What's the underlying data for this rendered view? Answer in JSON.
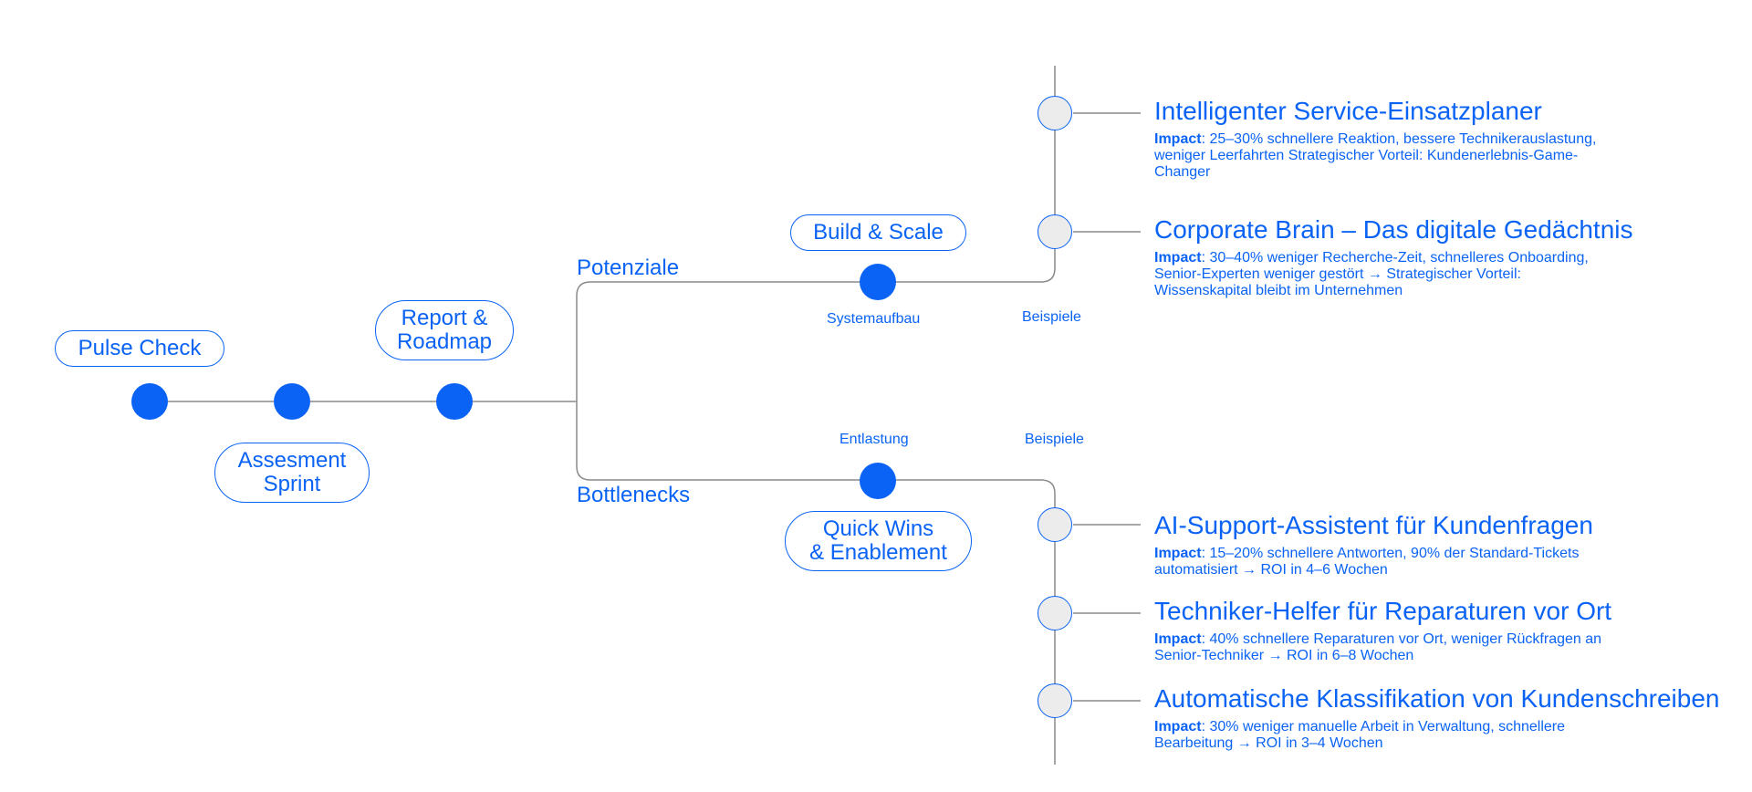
{
  "stages": {
    "pulse_check": "Pulse Check",
    "assessment_sprint": "Assesment\nSprint",
    "report_roadmap": "Report &\nRoadmap"
  },
  "branches": {
    "potenziale": {
      "label": "Potenziale",
      "stage": "Build & Scale",
      "sublabel": "Systemaufbau",
      "examples_label": "Beispiele",
      "examples": [
        {
          "title": "Intelligenter Service-Einsatzplaner",
          "impact_label": "Impact",
          "impact_text": ": 25–30% schnellere Reaktion, bessere Technikerauslastung, weniger Leerfahrten Strategischer Vorteil: Kundenerlebnis-Game-Changer"
        },
        {
          "title": "Corporate Brain – Das digitale Gedächtnis",
          "impact_label": "Impact",
          "impact_text": ": 30–40% weniger Recherche-Zeit, schnelleres Onboarding, Senior-Experten weniger gestört → Strategischer Vorteil: Wissenskapital bleibt im Unternehmen"
        }
      ]
    },
    "bottlenecks": {
      "label": "Bottlenecks",
      "stage": "Quick Wins\n& Enablement",
      "sublabel": "Entlastung",
      "examples_label": "Beispiele",
      "examples": [
        {
          "title": "AI-Support-Assistent für Kundenfragen",
          "impact_label": "Impact",
          "impact_text": ": 15–20% schnellere Antworten, 90% der Standard-Tickets automatisiert → ROI in 4–6 Wochen"
        },
        {
          "title": "Techniker-Helfer für Reparaturen vor Ort",
          "impact_label": "Impact",
          "impact_text": ": 40% schnellere Reparaturen vor Ort, weniger Rückfragen an Senior-Techniker → ROI in 6–8 Wochen"
        },
        {
          "title": "Automatische Klassifikation von Kundenschreiben",
          "impact_label": "Impact",
          "impact_text": ": 30% weniger manuelle Arbeit in Verwaltung, schnellere Bearbeitung → ROI in 3–4 Wochen"
        }
      ]
    }
  },
  "colors": {
    "accent": "#0a63f5",
    "line": "#8a8a8a",
    "node_fill": "#ececec"
  }
}
